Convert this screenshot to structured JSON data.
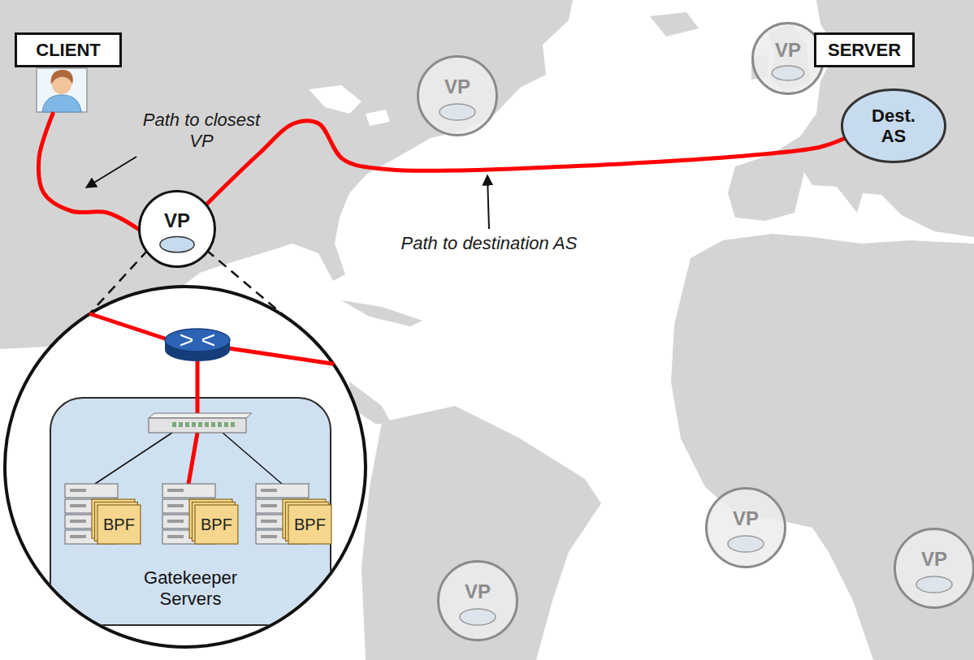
{
  "diagram": {
    "nodes": [
      {
        "text": [
          "CLIENT"
        ]
      },
      {
        "text": [
          "VP"
        ]
      },
      {
        "text": [
          "VP"
        ]
      },
      {
        "text": [
          "SERVER"
        ]
      },
      {
        "text": [
          "Dest. AS"
        ]
      },
      {
        "text": [
          "VP"
        ]
      },
      {
        "text": [
          "Gatekeeper Servers"
        ]
      },
      {
        "text": [
          "BPF"
        ],
        "in": 6
      },
      {
        "text": [
          "BPF"
        ],
        "in": 6
      },
      {
        "text": [
          "BPF"
        ],
        "in": 6
      },
      {
        "text": [
          "VP"
        ]
      },
      {
        "text": [
          "VP"
        ]
      },
      {
        "text": [
          "VP"
        ]
      }
    ],
    "edges": [
      {
        "from": 0,
        "to": 5,
        "arrow": "none"
      },
      {
        "from": 5,
        "to": 4,
        "arrow": "none"
      }
    ],
    "labels": [
      "Path to closest VP",
      "Path to destination AS"
    ]
  }
}
